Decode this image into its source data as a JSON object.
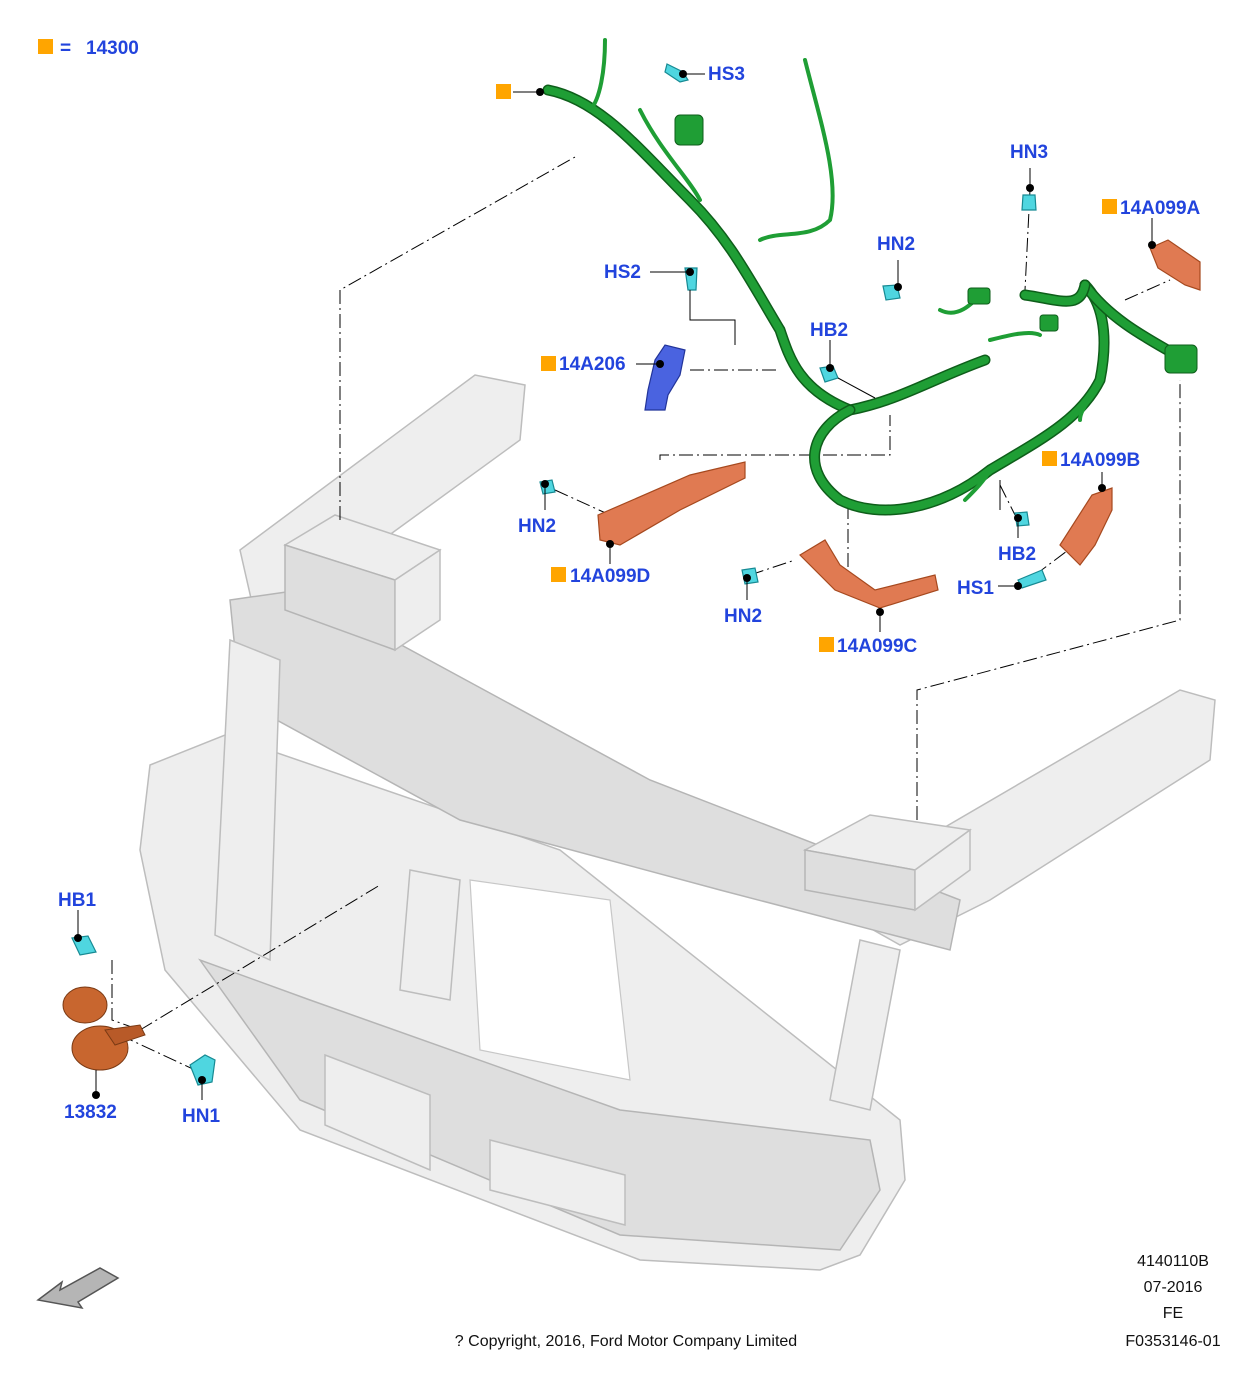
{
  "legend": {
    "symbol_color": "#ffa500",
    "equals": "=",
    "part_number": "14300"
  },
  "colors": {
    "callout_text": "#2244dd",
    "harness": "#1f9e35",
    "bracket": "#e07a52",
    "fastener": "#4fd6e0",
    "frame": "#eeeeee"
  },
  "callouts": {
    "hs3": "HS3",
    "hn3": "HN3",
    "a14a099a": "14A099A",
    "hn2_top": "HN2",
    "hs2": "HS2",
    "hb2_mid": "HB2",
    "a14a206": "14A206",
    "a14a099b": "14A099B",
    "hn2_left": "HN2",
    "a14a099d": "14A099D",
    "hb2_right": "HB2",
    "hs1": "HS1",
    "hn2_center": "HN2",
    "a14a099c": "14A099C",
    "hb1": "HB1",
    "p13832": "13832",
    "hn1": "HN1"
  },
  "footer": {
    "illustration_id": "4140110B",
    "date": "07-2016",
    "code": "FE",
    "part_ref": "F0353146-01",
    "copyright": "? Copyright, 2016, Ford Motor Company Limited"
  }
}
